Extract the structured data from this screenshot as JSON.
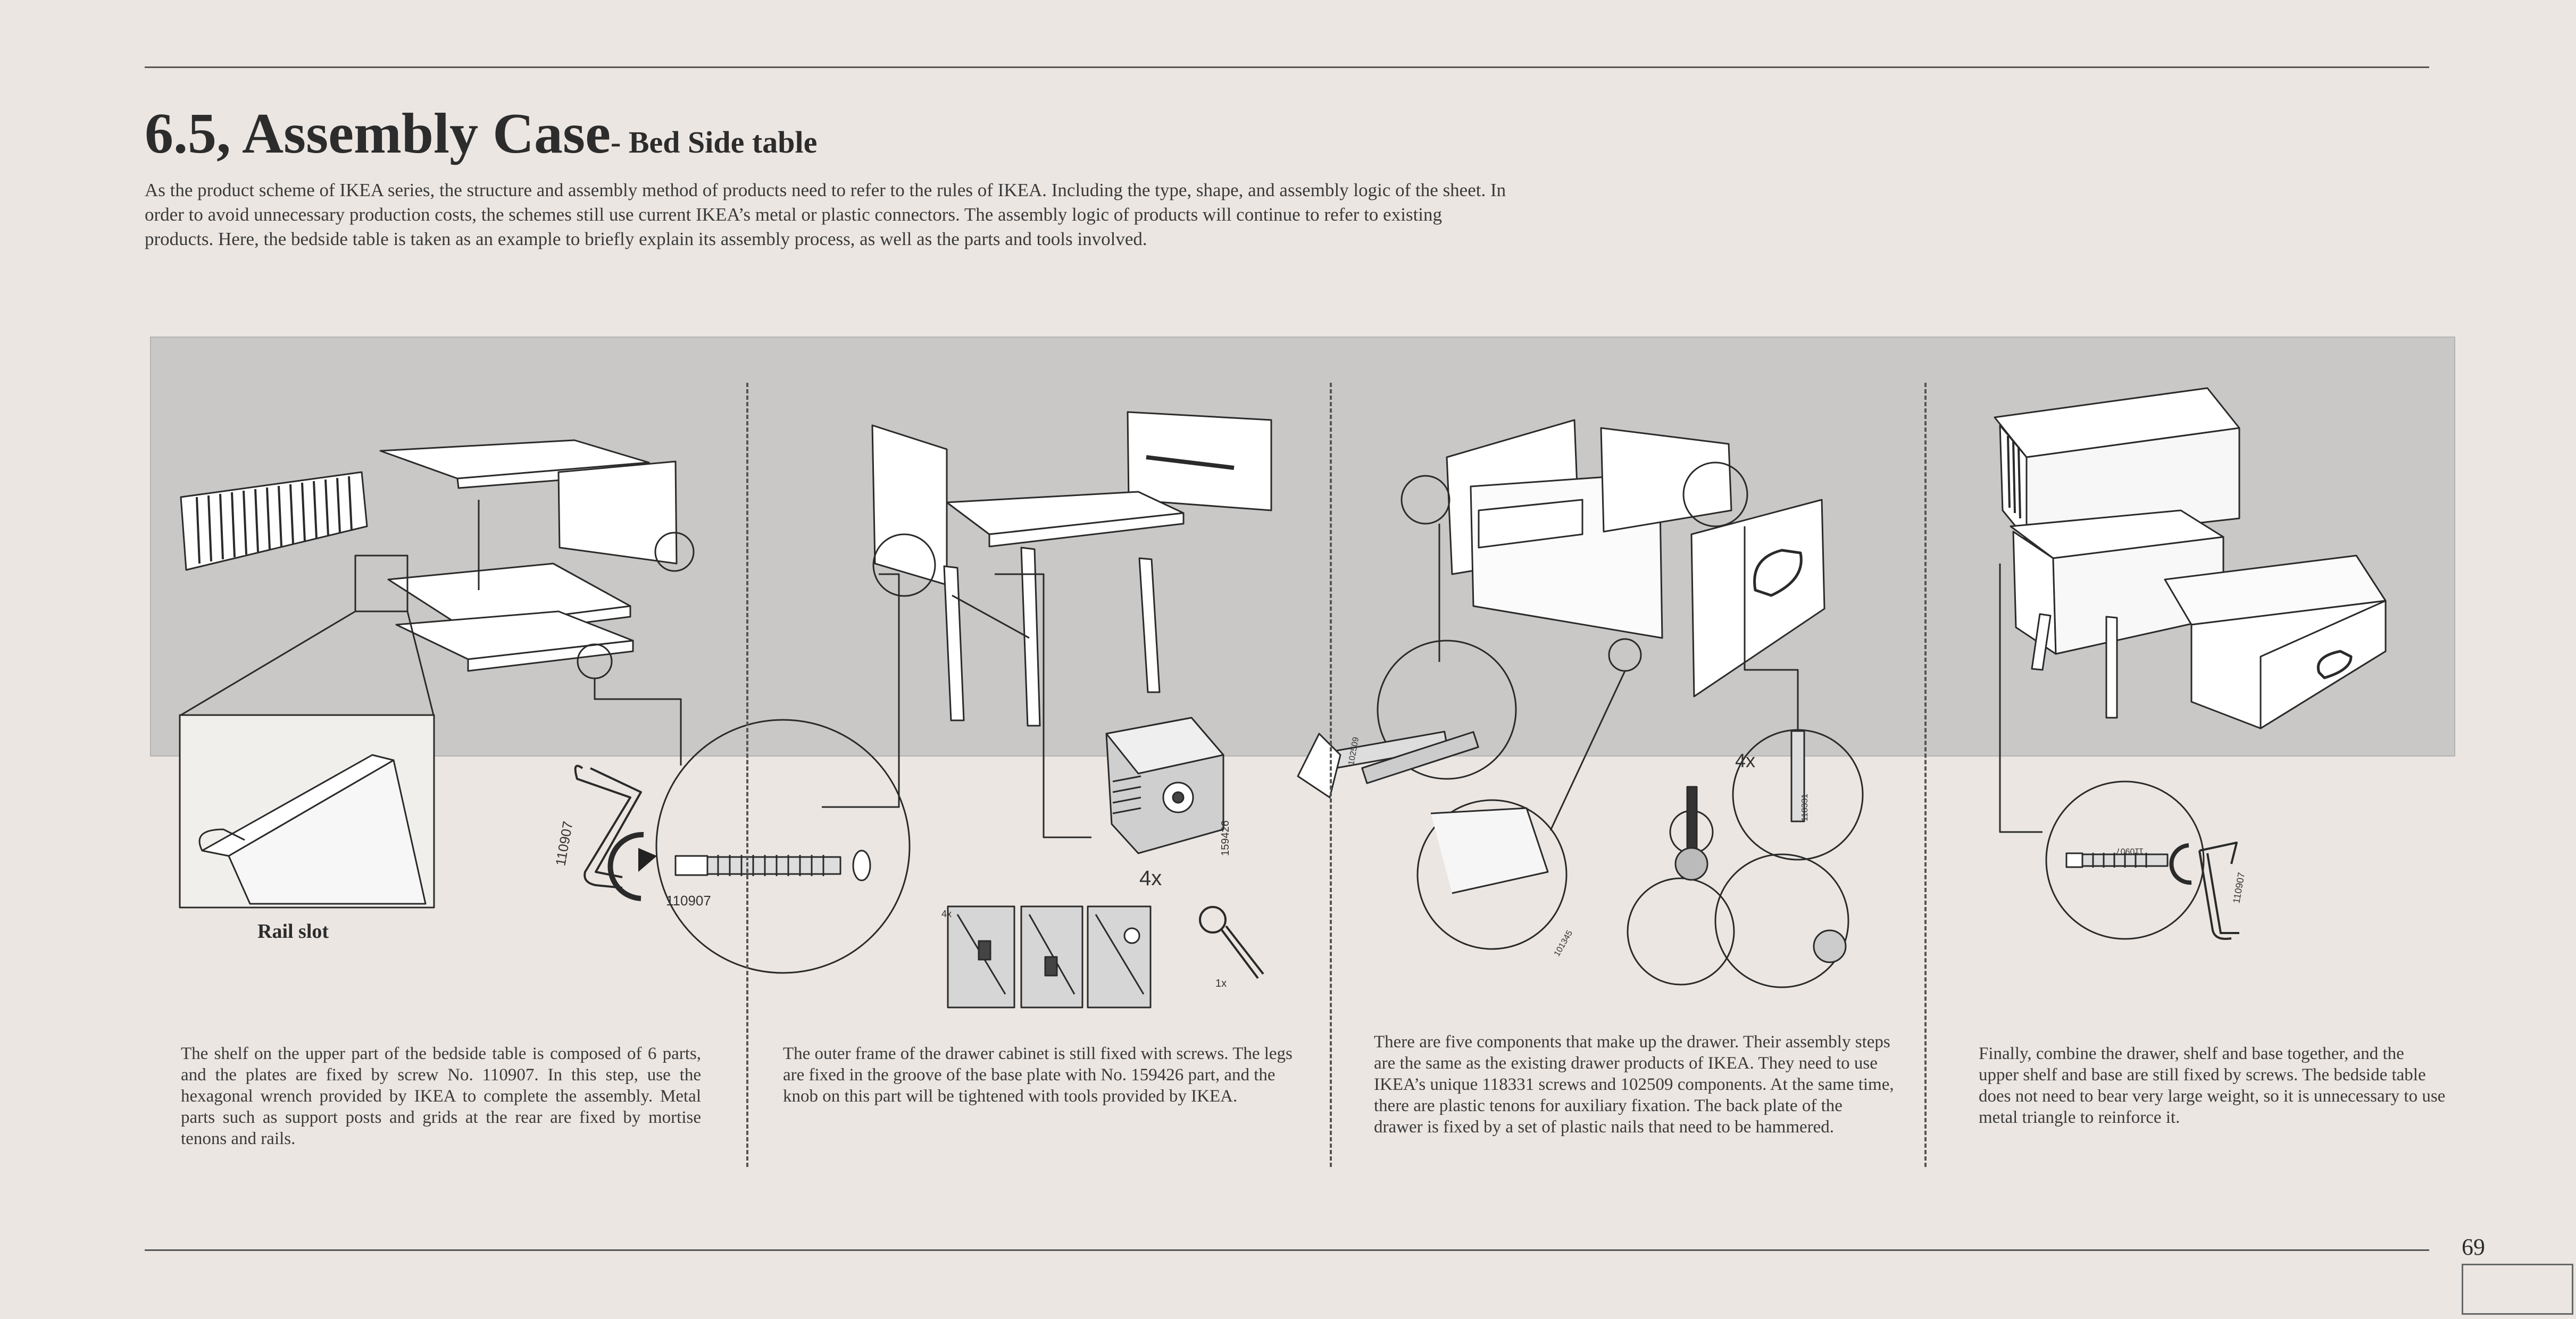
{
  "heading": {
    "title": "6.5, Assembly Case",
    "subtitle": "- Bed Side table"
  },
  "intro": "As the product scheme of IKEA series, the structure and assembly method of products need to refer to the rules of IKEA. Including the type, shape, and assembly logic of the sheet. In order to avoid unnecessary production costs, the schemes still use current IKEA’s metal or plastic connectors. The assembly logic of products will continue to refer to existing products. Here, the bedside table is taken as an example to briefly explain its assembly process, as well as the parts and tools involved.",
  "labels": {
    "rail_slot": "Rail slot",
    "screw_110907": "110907",
    "wrench_110907": "110907",
    "knob_159426": "159426",
    "qty_4x": "4x",
    "qty_1x": "1x",
    "qty_4x_small": "4x",
    "qty_4x_drawer": "4x",
    "screw_102509": "102509",
    "screw_118331": "118331",
    "dowel_101345": "101345",
    "wrench_right": "110907",
    "screw_right": "110907"
  },
  "captions": [
    "The shelf on the upper part of the bedside table is composed of 6 parts, and the plates are fixed by screw No. 110907. In this step, use the hexagonal wrench provided by IKEA to complete the assembly. Metal parts such as support posts and grids at the rear are fixed by mortise tenons and rails.",
    "The outer frame of the drawer cabinet is still fixed with screws. The legs are fixed in the groove of the base plate with No. 159426 part, and the knob on this part will be tightened with tools provided by IKEA.",
    "There are five components that make up the drawer. Their assembly steps are the same as the existing drawer products of IKEA. They need to use IKEA’s unique 118331 screws and 102509 components. At the same time, there are plastic tenons for auxiliary fixation. The back plate of the drawer is fixed by a set of plastic nails that need to be hammered.",
    "Finally, combine the drawer, shelf and base together, and the upper shelf and base are still fixed by screws. The bedside table does not need to bear very large weight, so it is unnecessary to use metal triangle to reinforce it."
  ],
  "page_number": "69"
}
